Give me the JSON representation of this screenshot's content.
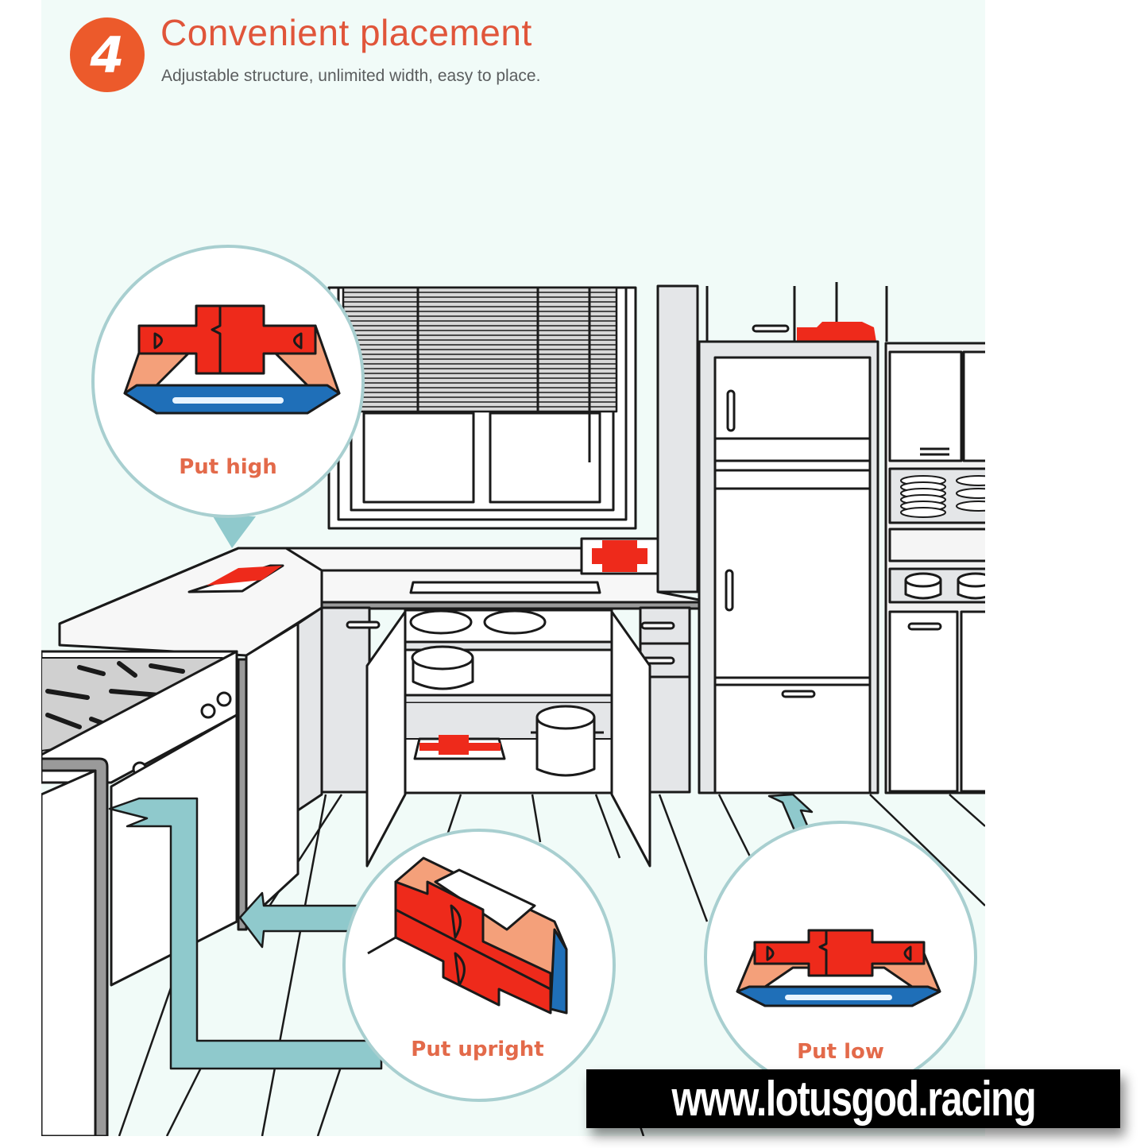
{
  "header": {
    "step_number": "4",
    "title": "Convenient placement",
    "subtitle": "Adjustable structure, unlimited width, easy to place."
  },
  "callouts": [
    {
      "label": "Put high",
      "icon": "device-flat-icon"
    },
    {
      "label": "Put upright",
      "icon": "device-upright-icon"
    },
    {
      "label": "Put low",
      "icon": "device-flat-icon"
    }
  ],
  "scene": {
    "description": "Kitchen illustration with cabinets, window blinds, stove, refrigerator and open under-sink cabinet",
    "colors": {
      "background": "#f1fbf8",
      "accent_orange": "#ec5a2b",
      "device_red": "#ee2a1b",
      "device_skin": "#f4a07a",
      "device_blue": "#1f6fb8",
      "arrow_teal": "#8fc9cc",
      "outline": "#1a1a1a",
      "cabinet_gray": "#e4e6e8"
    }
  },
  "watermark": {
    "text": "www.lotusgod.racing"
  }
}
